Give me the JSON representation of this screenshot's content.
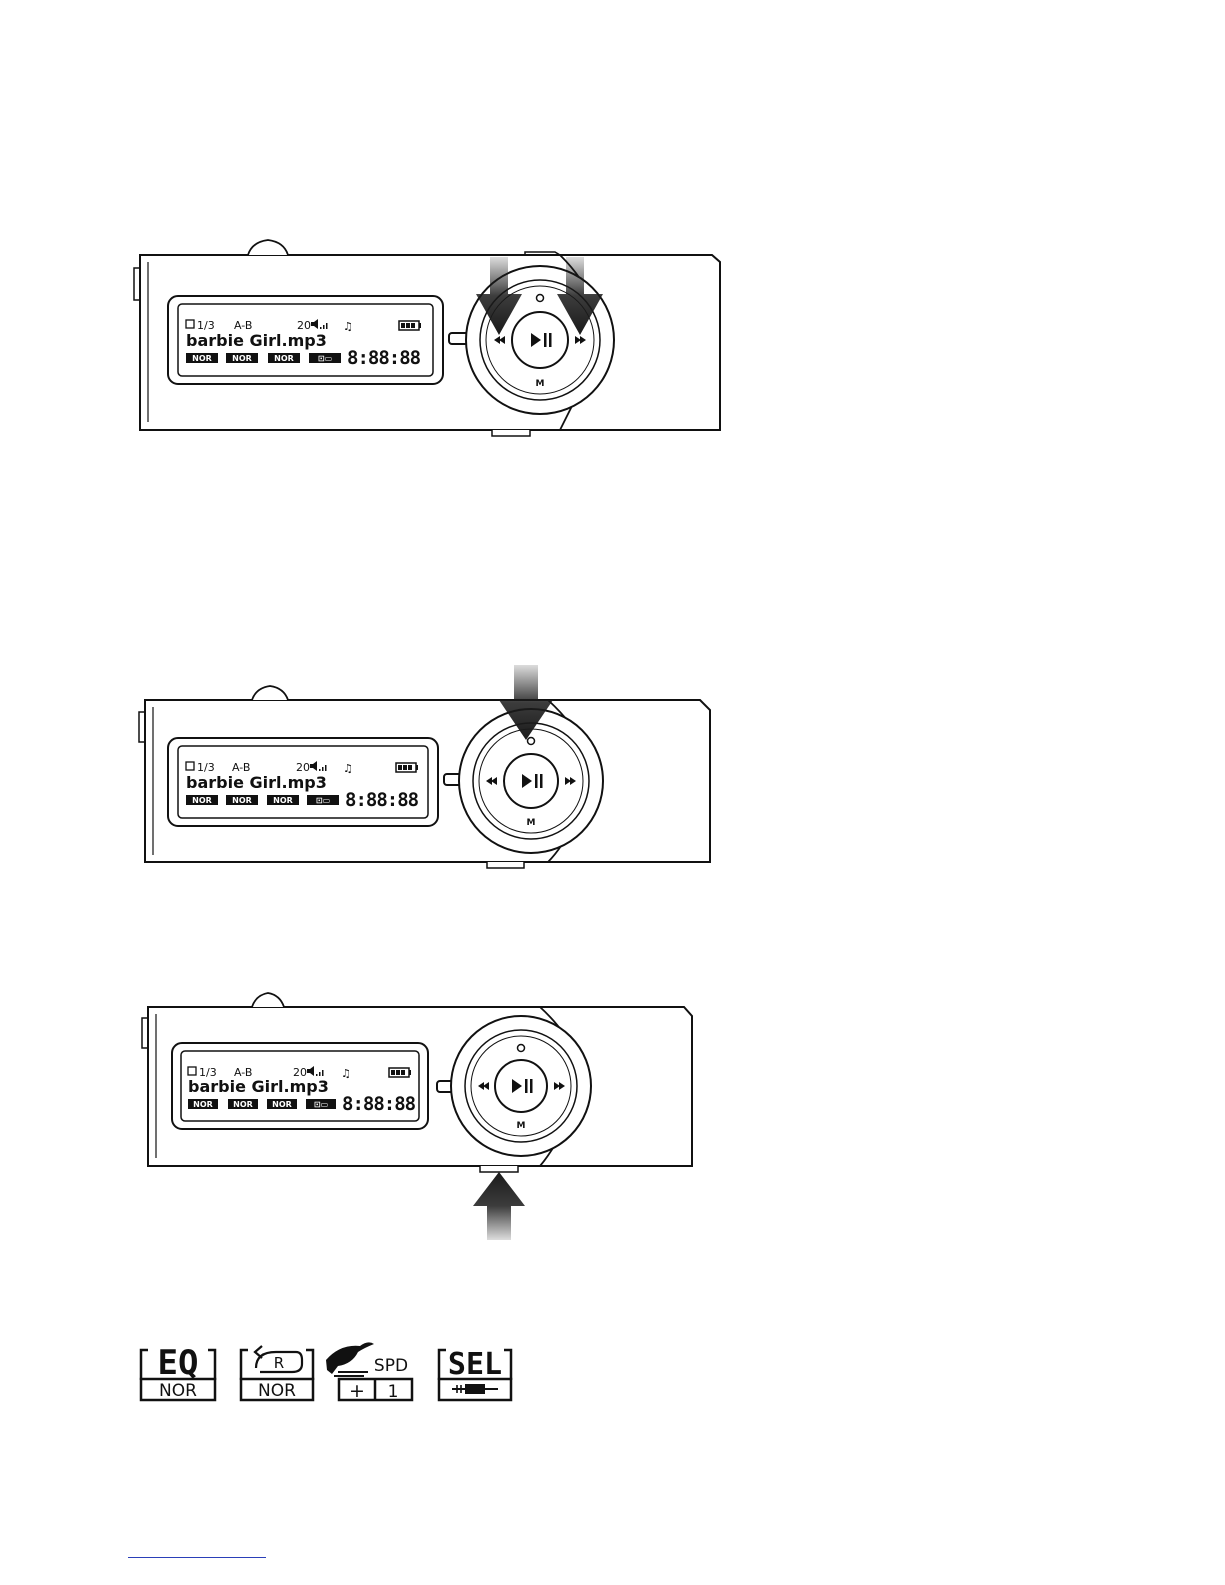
{
  "devices": [
    {
      "id": "device-1",
      "arrows": [
        "prev-button",
        "next-button"
      ],
      "lcd": {
        "track": "1/3",
        "repeat": "A-B",
        "volume": "20",
        "filename": "barbie Girl.mp3",
        "tags": [
          "NOR",
          "NOR",
          "NOR",
          "⊡▭"
        ],
        "time": "8:88:88"
      }
    },
    {
      "id": "device-2",
      "arrows": [
        "record-button"
      ],
      "lcd": {
        "track": "1/3",
        "repeat": "A-B",
        "volume": "20",
        "filename": "barbie Girl.mp3",
        "tags": [
          "NOR",
          "NOR",
          "NOR",
          "⊡▭"
        ],
        "time": "8:88:88"
      }
    },
    {
      "id": "device-3",
      "arrows": [
        "bottom-switch"
      ],
      "lcd": {
        "track": "1/3",
        "repeat": "A-B",
        "volume": "20",
        "filename": "barbie Girl.mp3",
        "tags": [
          "NOR",
          "NOR",
          "NOR",
          "⊡▭"
        ],
        "time": "8:88:88"
      }
    }
  ],
  "button_labels": {
    "mode": "M"
  },
  "legend": {
    "eq": {
      "top": "EQ",
      "bottom": "NOR"
    },
    "repeat": {
      "top": "R",
      "bottom": "NOR"
    },
    "speed": {
      "top": "SPD",
      "bottom_left": "+",
      "bottom_right": "1"
    },
    "select": {
      "top": "SEL"
    }
  },
  "colors": {
    "ink": "#111111",
    "arrow": "#1a1a1a",
    "link": "#2a3fb8"
  }
}
